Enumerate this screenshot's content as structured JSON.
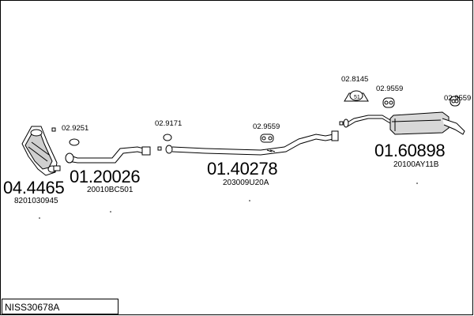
{
  "diagram": {
    "title": "NISS30678A",
    "parts": [
      {
        "number": "04.4465",
        "oem": "8201030945"
      },
      {
        "number": "01.20026",
        "oem": "20010BC501"
      },
      {
        "number": "01.40278",
        "oem": "203009U20A"
      },
      {
        "number": "01.60898",
        "oem": "20100AY11B"
      }
    ],
    "fittings": [
      "02.9251",
      "02.9171",
      "02.9559",
      "02.8145",
      "02.9559",
      "02.9559"
    ],
    "colors": {
      "line": "#000000",
      "background": "#ffffff"
    }
  }
}
